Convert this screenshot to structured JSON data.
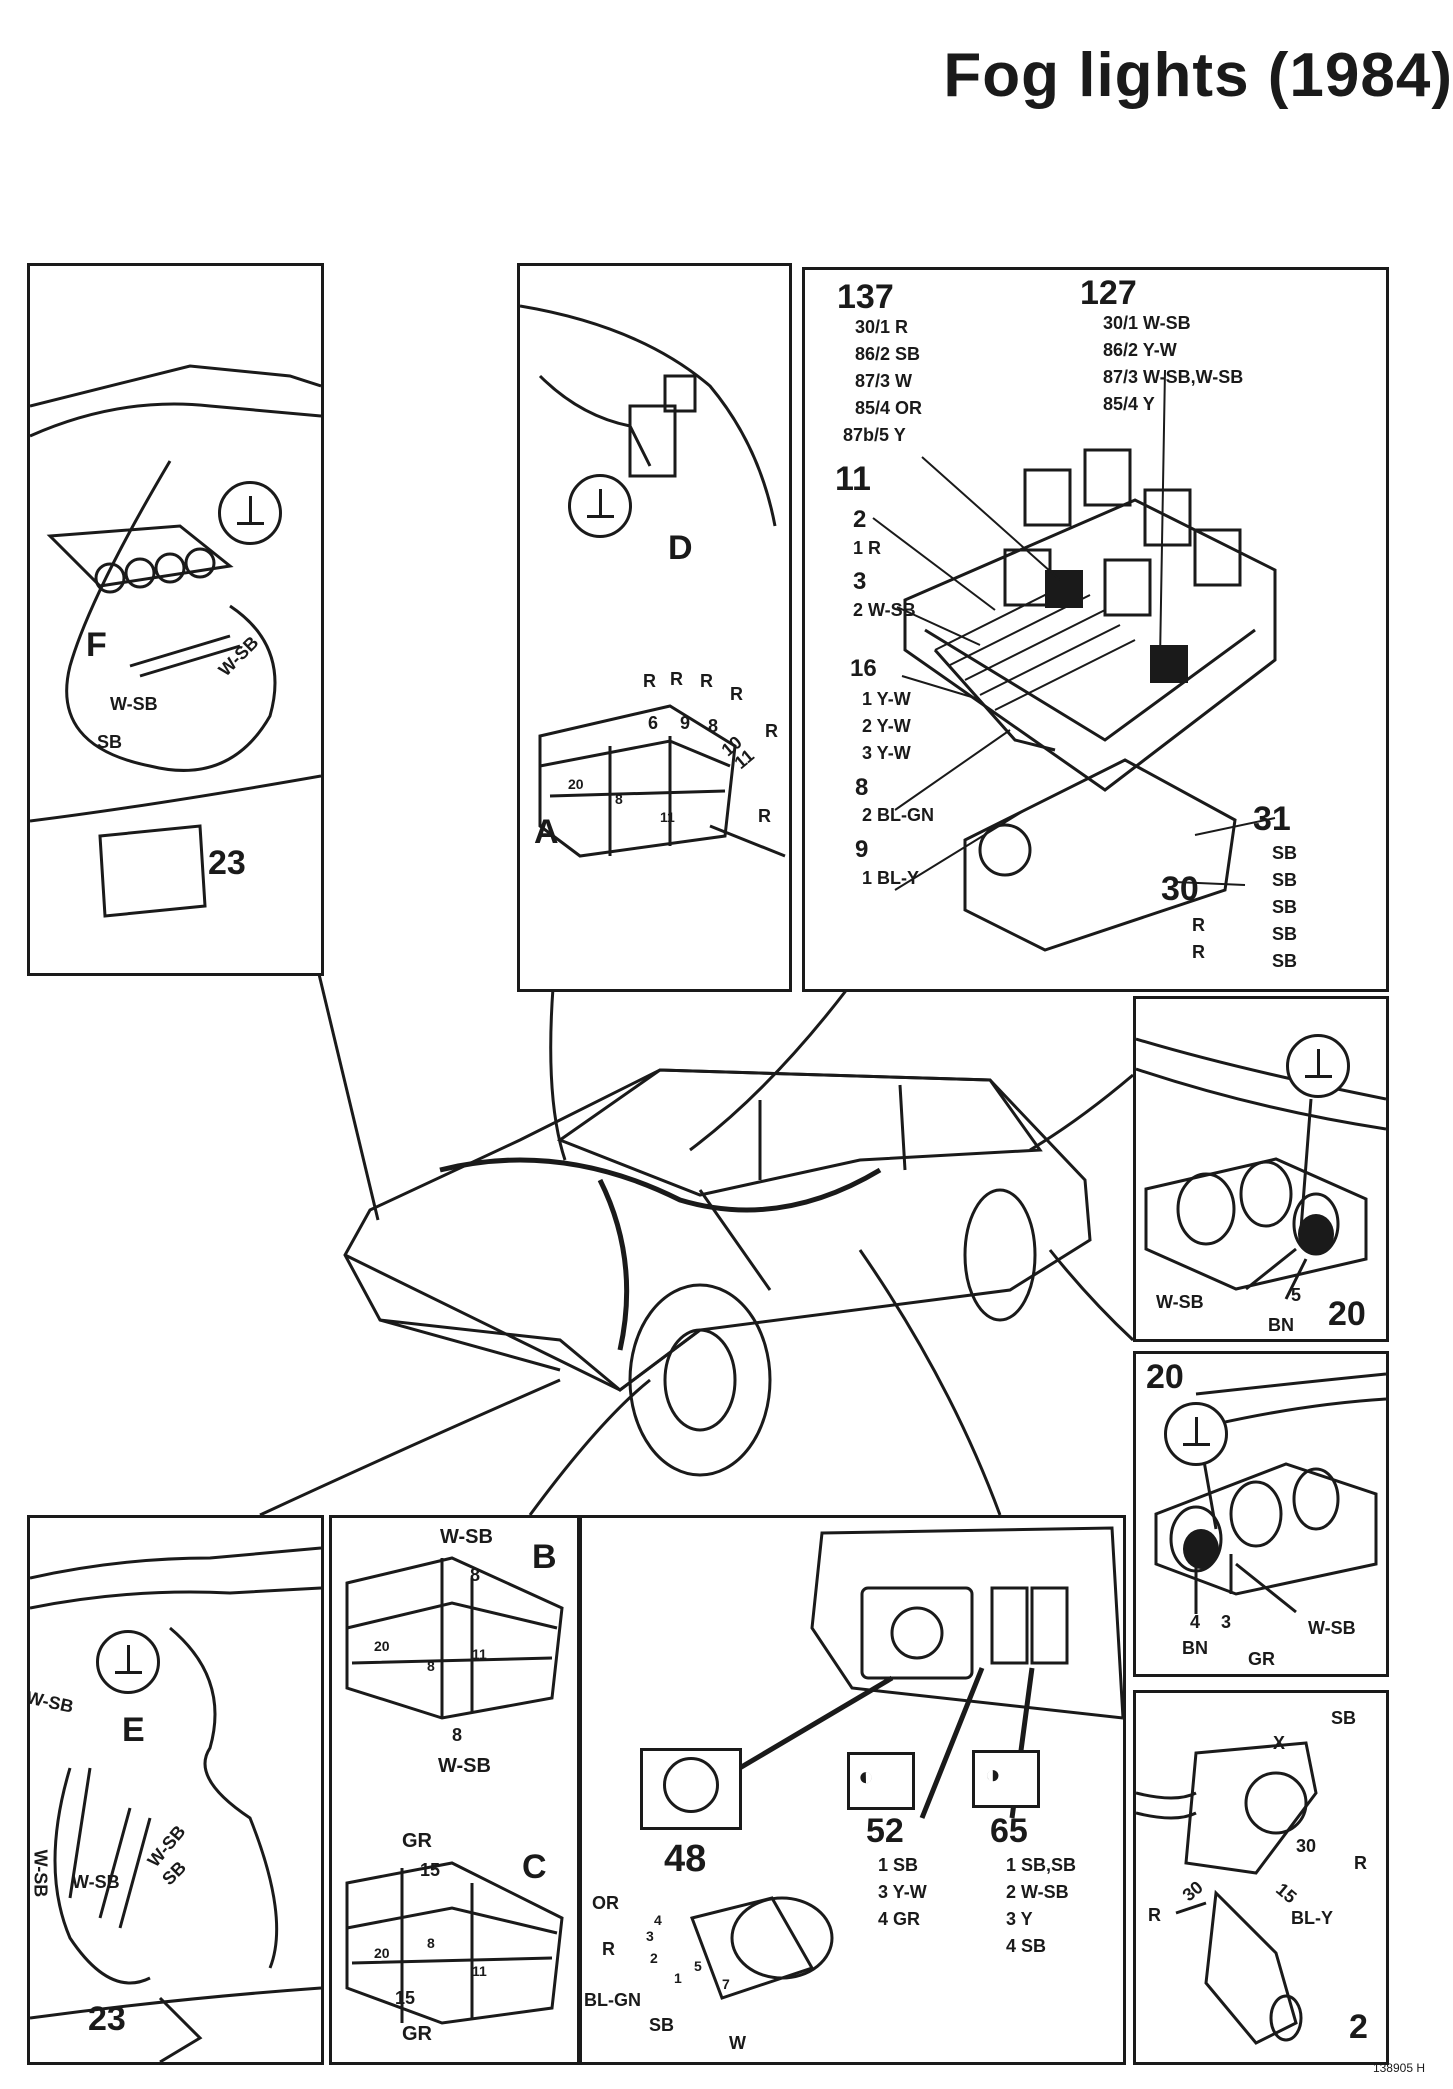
{
  "title": "Fog lights (1984)",
  "footer_ref": "138905 H",
  "panel_f": {
    "letter": "F",
    "wire1": "W-SB",
    "wire2": "W-SB",
    "wire3": "SB",
    "ref": "23"
  },
  "panel_d": {
    "letter": "D"
  },
  "panel_a": {
    "letter": "A",
    "wires": [
      "R",
      "R",
      "R",
      "R",
      "R",
      "R"
    ],
    "pins": [
      "6",
      "9",
      "8",
      "10",
      "11"
    ],
    "block_nums": [
      "20",
      "8",
      "11"
    ],
    "bottom_wire": "R"
  },
  "fusebox": {
    "relay137": {
      "num": "137",
      "pins": [
        "30/1 R",
        "86/2 SB",
        "87/3 W",
        "85/4 OR",
        "87b/5 Y"
      ]
    },
    "relay127": {
      "num": "127",
      "pins": [
        "30/1 W-SB",
        "86/2 Y-W",
        "87/3 W-SB,W-SB",
        "85/4 Y"
      ]
    },
    "c11": {
      "num": "11",
      "pins": [
        "2",
        "1 R",
        "3",
        "2 W-SB"
      ]
    },
    "c16": {
      "num": "16",
      "pins": [
        "1 Y-W",
        "2 Y-W",
        "3 Y-W"
      ]
    },
    "c8": {
      "num": "8",
      "pins": [
        "2 BL-GN"
      ]
    },
    "c9": {
      "num": "9",
      "pins": [
        "1 BL-Y"
      ]
    },
    "c31": {
      "num": "31",
      "pins": [
        "SB",
        "SB",
        "SB",
        "SB",
        "SB"
      ]
    },
    "c30": {
      "num": "30",
      "pins": [
        "R",
        "R"
      ]
    }
  },
  "rear_top": {
    "wire_a": "W-SB",
    "pin": "5",
    "wire_b": "BN",
    "num": "20"
  },
  "rear_bottom": {
    "num": "20",
    "pin_a": "4",
    "pin_b": "3",
    "wire_a": "BN",
    "wire_b": "GR",
    "wire_c": "W-SB"
  },
  "panel_e": {
    "letter": "E",
    "wire1": "W-SB",
    "wire2": "W-SB",
    "wire3": "W-SB",
    "wire4": "W-SB",
    "wire5": "SB",
    "ref": "23"
  },
  "panel_bc": {
    "b_letter": "B",
    "b_top_wire": "W-SB",
    "b_top_pin": "8",
    "b_nums": [
      "20",
      "8",
      "11"
    ],
    "b_bottom_pin": "8",
    "b_bottom_wire": "W-SB",
    "c_letter": "C",
    "c_top_wire": "GR",
    "c_top_pin": "15",
    "c_nums": [
      "20",
      "8",
      "11"
    ],
    "c_bottom_pin": "15",
    "c_bottom_wire": "GR"
  },
  "switches": {
    "s48": {
      "num": "48",
      "pins": [
        "OR",
        "R",
        "BL-GN",
        "SB",
        "W"
      ],
      "pin_nums": [
        "4",
        "3",
        "2",
        "1",
        "5",
        "7"
      ]
    },
    "s52": {
      "num": "52",
      "pins": [
        "1 SB",
        "3 Y-W",
        "4 GR"
      ]
    },
    "s65": {
      "num": "65",
      "pins": [
        "1 SB,SB",
        "2 W-SB",
        "3 Y",
        "4 SB"
      ]
    }
  },
  "ignition": {
    "num": "2",
    "wires": [
      "SB",
      "X",
      "30",
      "R",
      "30",
      "R",
      "15",
      "BL-Y"
    ]
  }
}
